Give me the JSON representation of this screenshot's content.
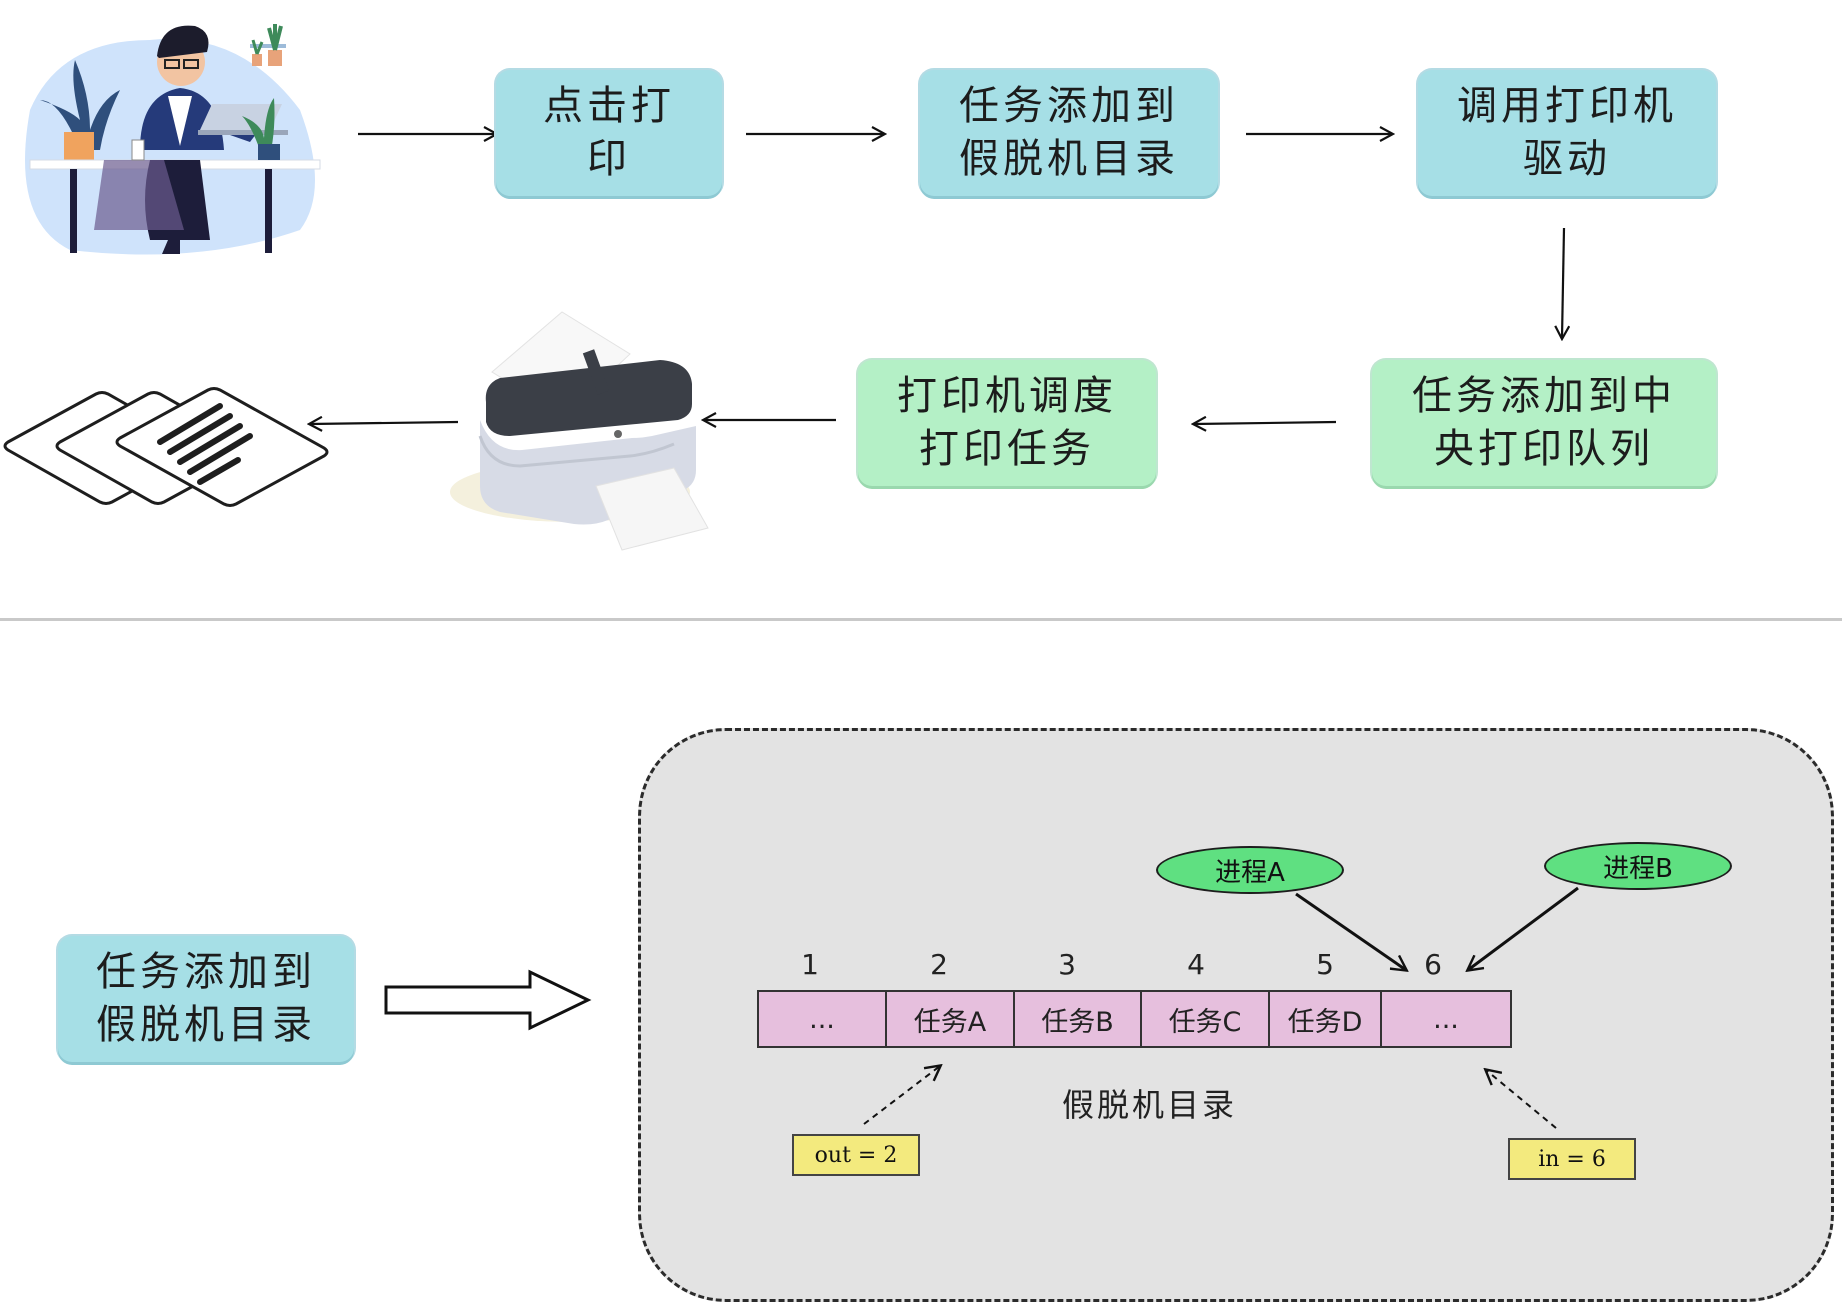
{
  "flow": {
    "steps": [
      {
        "line1": "点击打",
        "line2": "印"
      },
      {
        "line1": "任务添加到",
        "line2": "假脱机目录"
      },
      {
        "line1": "调用打印机",
        "line2": "驱动"
      },
      {
        "line1": "任务添加到中",
        "line2": "央打印队列"
      },
      {
        "line1": "打印机调度",
        "line2": "打印任务"
      }
    ]
  },
  "detail": {
    "source_box": {
      "line1": "任务添加到",
      "line2": "假脱机目录"
    },
    "indices": [
      "1",
      "2",
      "3",
      "4",
      "5",
      "6"
    ],
    "cells": [
      "...",
      "任务A",
      "任务B",
      "任务C",
      "任务D",
      "..."
    ],
    "directory_label": "假脱机目录",
    "processes": [
      "进程A",
      "进程B"
    ],
    "out_pointer": "out = 2",
    "in_pointer": "in = 6"
  },
  "colors": {
    "step_blue": "#a6dfe6",
    "step_green": "#b4f0c6",
    "cell_fill": "#e6bfdd",
    "process_fill": "#5fe081",
    "pointer_fill": "#f3ea7e",
    "panel_fill": "#e3e3e3"
  },
  "icons": [
    "person-at-desk-illustration",
    "printer-illustration",
    "printed-pages-icon"
  ]
}
